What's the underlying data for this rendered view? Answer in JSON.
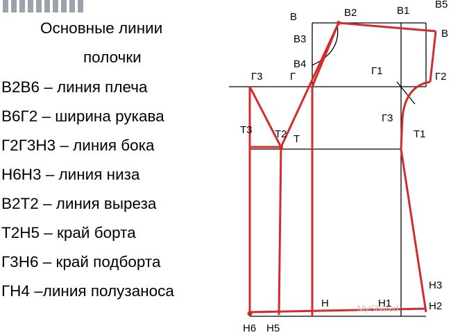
{
  "legend": {
    "title_lines": [
      "Основные линии",
      "полочки"
    ],
    "items": [
      "В2В6 – линия плеча",
      "В6Г2 – ширина рукава",
      "Г2Г3Н3 – линия бока",
      "Н6Н3 – линия низа",
      "В2Т2 – линия выреза",
      "Т2Н5 – край борта",
      "Г3Н6 – край подборта",
      "ГН4 –линия полузаноса"
    ]
  },
  "points": {
    "B": "В",
    "B2": "В2",
    "B1": "В1",
    "B5": "В5",
    "B6": "В",
    "B3": "В3",
    "B4": "В4",
    "G3_left": "Г3",
    "G": "Г",
    "G1": "Г1",
    "G2": "Г2",
    "G3_right": "Г3",
    "T3": "Т3",
    "T2": "Т2",
    "T": "Т",
    "T1": "Т1",
    "N": "Н",
    "N1": "Н1",
    "N3": "Н3",
    "N2": "Н2",
    "N6": "Н6",
    "N5": "Н5"
  },
  "watermark": "MyShared",
  "colors": {
    "pattern_line": "#d42a2a",
    "construction_line": "#000000"
  }
}
